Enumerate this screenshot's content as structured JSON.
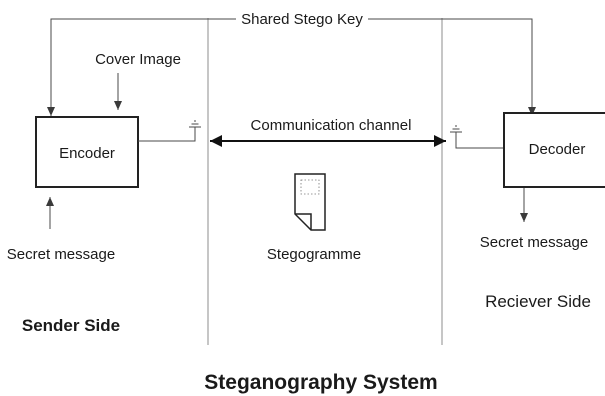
{
  "diagram": {
    "title": "Steganography System",
    "shared_key": "Shared Stego Key",
    "cover_image": "Cover Image",
    "encoder": "Encoder",
    "decoder": "Decoder",
    "channel": "Communication channel",
    "stegogramme": "Stegogramme",
    "secret_message_sender": "Secret message",
    "secret_message_receiver": "Secret message",
    "sender_side": "Sender Side",
    "receiver_side": "Reciever Side"
  },
  "colors": {
    "line": "#4a4a4a",
    "divider": "#8c8c8c",
    "text": "#1a1a1a",
    "background": "#ffffff"
  },
  "icons": [
    "ground-symbol",
    "document-icon"
  ]
}
